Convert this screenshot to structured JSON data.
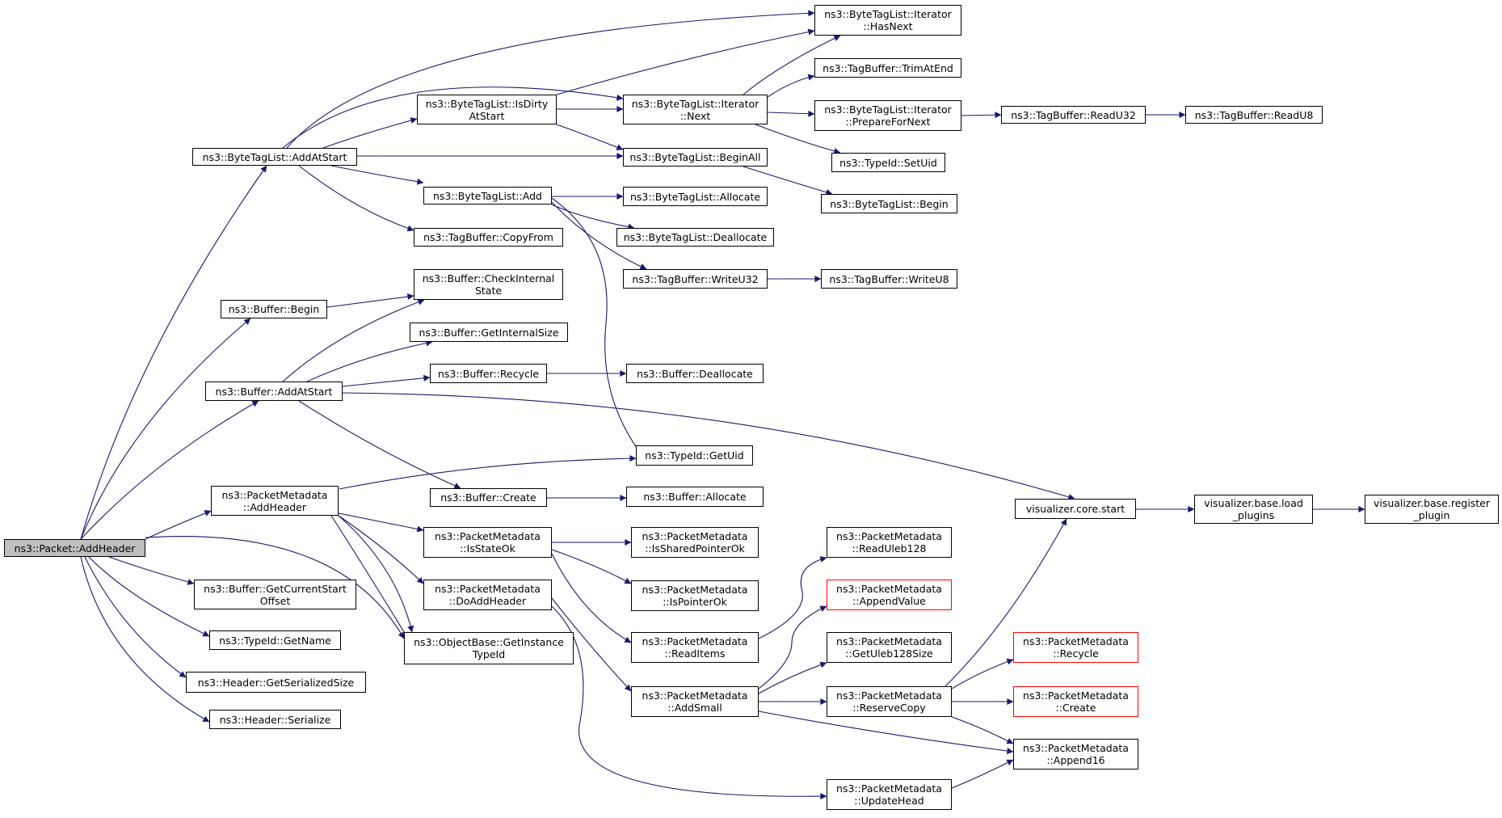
{
  "graph": {
    "title": "",
    "edge_color": "#191970",
    "nodes": [
      {
        "id": "root",
        "label": "ns3::Packet::AddHeader",
        "style": "focus"
      },
      {
        "id": "btl_addatstart",
        "label": "ns3::ByteTagList::AddAtStart"
      },
      {
        "id": "btl_hasnext",
        "label": "ns3::ByteTagList::Iterator\n::HasNext"
      },
      {
        "id": "tb_trimatend",
        "label": "ns3::TagBuffer::TrimAtEnd"
      },
      {
        "id": "btl_isdirty",
        "label": "ns3::ByteTagList::IsDirty\nAtStart"
      },
      {
        "id": "btl_next",
        "label": "ns3::ByteTagList::Iterator\n::Next"
      },
      {
        "id": "btl_preparefornext",
        "label": "ns3::ByteTagList::Iterator\n::PrepareForNext"
      },
      {
        "id": "tb_readu32",
        "label": "ns3::TagBuffer::ReadU32"
      },
      {
        "id": "tb_readu8",
        "label": "ns3::TagBuffer::ReadU8"
      },
      {
        "id": "tid_setuid",
        "label": "ns3::TypeId::SetUid"
      },
      {
        "id": "btl_beginall",
        "label": "ns3::ByteTagList::BeginAll"
      },
      {
        "id": "btl_begin",
        "label": "ns3::ByteTagList::Begin"
      },
      {
        "id": "btl_add",
        "label": "ns3::ByteTagList::Add"
      },
      {
        "id": "btl_allocate",
        "label": "ns3::ByteTagList::Allocate"
      },
      {
        "id": "btl_deallocate",
        "label": "ns3::ByteTagList::Deallocate"
      },
      {
        "id": "tb_copyfrom",
        "label": "ns3::TagBuffer::CopyFrom"
      },
      {
        "id": "tb_writeu32",
        "label": "ns3::TagBuffer::WriteU32"
      },
      {
        "id": "tb_writeu8",
        "label": "ns3::TagBuffer::WriteU8"
      },
      {
        "id": "buf_begin",
        "label": "ns3::Buffer::Begin"
      },
      {
        "id": "buf_checkinternal",
        "label": "ns3::Buffer::CheckInternal\nState"
      },
      {
        "id": "buf_getinternalsize",
        "label": "ns3::Buffer::GetInternalSize"
      },
      {
        "id": "buf_addatstart",
        "label": "ns3::Buffer::AddAtStart"
      },
      {
        "id": "buf_recycle",
        "label": "ns3::Buffer::Recycle"
      },
      {
        "id": "buf_deallocate",
        "label": "ns3::Buffer::Deallocate"
      },
      {
        "id": "tid_getuid",
        "label": "ns3::TypeId::GetUid"
      },
      {
        "id": "pm_addheader",
        "label": "ns3::PacketMetadata\n::AddHeader"
      },
      {
        "id": "buf_create",
        "label": "ns3::Buffer::Create"
      },
      {
        "id": "buf_allocate",
        "label": "ns3::Buffer::Allocate"
      },
      {
        "id": "viz_start",
        "label": "visualizer.core.start"
      },
      {
        "id": "viz_load",
        "label": "visualizer.base.load\n_plugins"
      },
      {
        "id": "viz_register",
        "label": "visualizer.base.register\n_plugin"
      },
      {
        "id": "pm_isstateok",
        "label": "ns3::PacketMetadata\n::IsStateOk"
      },
      {
        "id": "pm_issharedptr",
        "label": "ns3::PacketMetadata\n::IsSharedPointerOk"
      },
      {
        "id": "pm_readuleb",
        "label": "ns3::PacketMetadata\n::ReadUleb128"
      },
      {
        "id": "buf_getcurrentstart",
        "label": "ns3::Buffer::GetCurrentStart\nOffset"
      },
      {
        "id": "pm_doaddheader",
        "label": "ns3::PacketMetadata\n::DoAddHeader"
      },
      {
        "id": "pm_ispointerok",
        "label": "ns3::PacketMetadata\n::IsPointerOk"
      },
      {
        "id": "pm_appendvalue",
        "label": "ns3::PacketMetadata\n::AppendValue",
        "style": "red"
      },
      {
        "id": "tid_getname",
        "label": "ns3::TypeId::GetName"
      },
      {
        "id": "ob_getinstance",
        "label": "ns3::ObjectBase::GetInstance\nTypeId"
      },
      {
        "id": "pm_readitems",
        "label": "ns3::PacketMetadata\n::ReadItems"
      },
      {
        "id": "pm_getuleb",
        "label": "ns3::PacketMetadata\n::GetUleb128Size"
      },
      {
        "id": "pm_recycle",
        "label": "ns3::PacketMetadata\n::Recycle",
        "style": "red"
      },
      {
        "id": "hdr_getserialized",
        "label": "ns3::Header::GetSerializedSize"
      },
      {
        "id": "pm_addsmall",
        "label": "ns3::PacketMetadata\n::AddSmall"
      },
      {
        "id": "pm_reservecopy",
        "label": "ns3::PacketMetadata\n::ReserveCopy"
      },
      {
        "id": "pm_create",
        "label": "ns3::PacketMetadata\n::Create",
        "style": "red"
      },
      {
        "id": "hdr_serialize",
        "label": "ns3::Header::Serialize"
      },
      {
        "id": "pm_append16",
        "label": "ns3::PacketMetadata\n::Append16"
      },
      {
        "id": "pm_updatehead",
        "label": "ns3::PacketMetadata\n::UpdateHead"
      }
    ]
  }
}
